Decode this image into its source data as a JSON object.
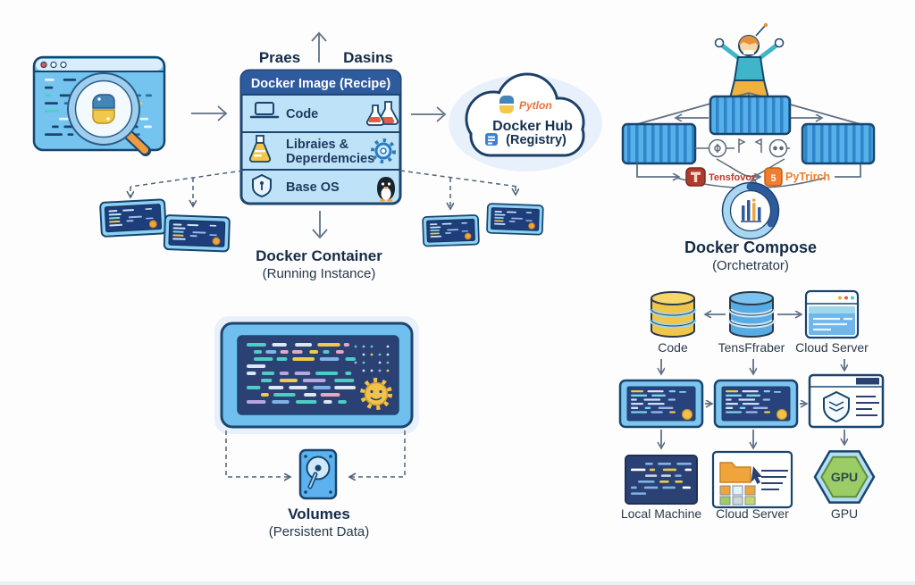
{
  "stage1": {
    "praes": "Praes",
    "dasins": "Dasins"
  },
  "image_box": {
    "title": "Docker Image (Recipe)",
    "rows": [
      {
        "label": "Code"
      },
      {
        "line1": "Libraies &",
        "line2": "Deperdemcies"
      },
      {
        "label": "Base OS"
      }
    ]
  },
  "hub": {
    "brand": "Pytlon",
    "title": "Docker Hub",
    "subtitle": "(Registry)"
  },
  "container_label": {
    "title": "Docker Container",
    "subtitle": "(Running Instance)"
  },
  "volumes": {
    "title": "Volumes",
    "subtitle": "(Persistent Data)"
  },
  "compose": {
    "title": "Docker Compose",
    "subtitle": "(Orchetrator)",
    "frameworks": {
      "tensorflow": "Tensfovor",
      "pytorch": "PyTrirch"
    }
  },
  "pipeline": {
    "top": [
      "Code",
      "TensFfraber",
      "Cloud Server"
    ],
    "bottom": [
      "Local Machine",
      "Cloud Server",
      "GPU"
    ],
    "gpu_badge": "GPU"
  },
  "icons": [
    "python-magnifier-window",
    "laptop",
    "flasks",
    "erlenmeyer-flask",
    "gear",
    "shield-key",
    "penguin",
    "cloud",
    "python-logo",
    "registry-badge",
    "terminal-chip",
    "person-orchestrator",
    "shipping-container",
    "tensorflow-badge",
    "pytorch-badge",
    "gauge",
    "database-cylinder",
    "browser-window",
    "terminal-window",
    "shield-layers",
    "folder-grid",
    "gpu-hexagon",
    "hard-drive",
    "code-editor-screen",
    "sun-creature"
  ],
  "colors": {
    "navy_outline": "#17456e",
    "header_blue": "#2e5a9e",
    "light_blue_fill": "#bee3f8",
    "container_blue": "#56b0e9",
    "panel_navy": "#2b4173",
    "accent_yellow": "#f2c94c",
    "accent_orange": "#f0a53c",
    "tf_red": "#b03a2e",
    "pt_orange": "#ef7f2e",
    "gpu_green": "#9ccc65",
    "teal": "#4ecdc4",
    "text_dark": "#152c47",
    "line_gray": "#5f7184"
  },
  "palettes": {
    "winCode": [
      "#1d4570",
      "#1d4570",
      "#2b6ca3",
      "#e8f4fc",
      "#4ecdc4",
      "#f2c84b",
      "#1d4570"
    ],
    "editor": [
      "#f2c94c",
      "#4ecdc4",
      "#dbe7f5",
      "#b7a7e0",
      "#7fb3e8",
      "#e8a7c0",
      "#4ecdc4",
      "#dbe7f5"
    ],
    "chip": [
      "#7fd4e8",
      "#cfe3f8",
      "#f2c84b",
      "#9fb8e8",
      "#cfe3f8"
    ],
    "term": [
      "#f2c94c",
      "#cfe3f8",
      "#7fd4e8",
      "#9fb8e8",
      "#e8e0f0",
      "#cfe3f8"
    ],
    "lm": [
      "#ffffff",
      "#7fb3e8",
      "#f2c94c",
      "#cfd8dc",
      "#7fb3e8"
    ],
    "dots": [
      "#cfe0f5",
      "#cfe0f5",
      "#4ecdc4",
      "#f2c94c",
      "#9fb8e8"
    ]
  }
}
